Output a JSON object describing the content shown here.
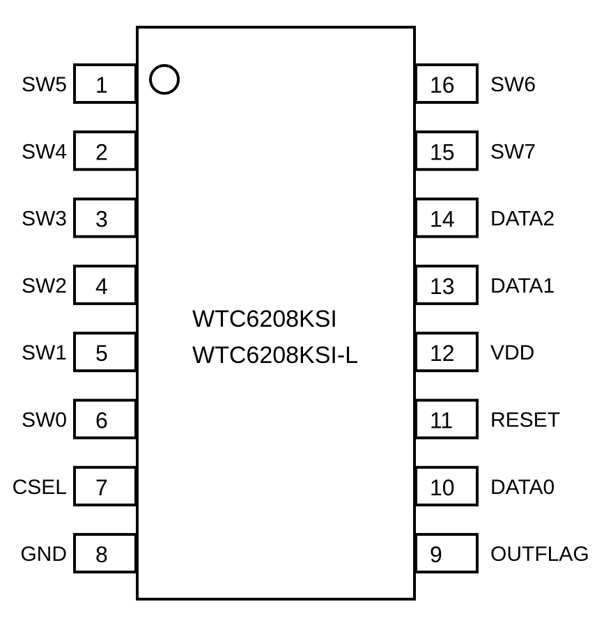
{
  "chip": {
    "part_numbers": [
      "WTC6208KSI",
      "WTC6208KSI-L"
    ]
  },
  "left_pins": [
    {
      "number": "1",
      "name": "SW5"
    },
    {
      "number": "2",
      "name": "SW4"
    },
    {
      "number": "3",
      "name": "SW3"
    },
    {
      "number": "4",
      "name": "SW2"
    },
    {
      "number": "5",
      "name": "SW1"
    },
    {
      "number": "6",
      "name": "SW0"
    },
    {
      "number": "7",
      "name": "CSEL"
    },
    {
      "number": "8",
      "name": "GND"
    }
  ],
  "right_pins": [
    {
      "number": "16",
      "name": "SW6"
    },
    {
      "number": "15",
      "name": "SW7"
    },
    {
      "number": "14",
      "name": "DATA2"
    },
    {
      "number": "13",
      "name": "DATA1"
    },
    {
      "number": "12",
      "name": "VDD"
    },
    {
      "number": "11",
      "name": "RESET"
    },
    {
      "number": "10",
      "name": "DATA0"
    },
    {
      "number": "9",
      "name": "OUTFLAG"
    }
  ]
}
